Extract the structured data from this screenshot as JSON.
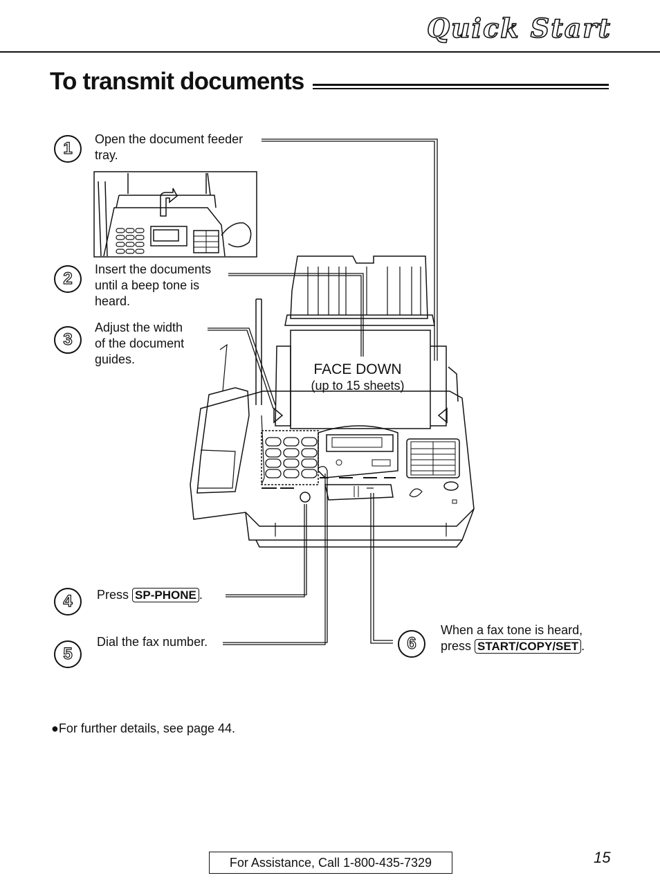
{
  "header": {
    "section": "Quick Start",
    "title": "To transmit documents"
  },
  "steps": [
    {
      "num": "1",
      "lines": [
        "Open the document feeder",
        "tray."
      ]
    },
    {
      "num": "2",
      "lines": [
        "Insert the documents",
        "until a beep tone is",
        "heard."
      ]
    },
    {
      "num": "3",
      "lines": [
        "Adjust the width",
        "of the document",
        "guides."
      ]
    },
    {
      "num": "4",
      "prefix": "Press",
      "key": "SP-PHONE",
      "suffix": "."
    },
    {
      "num": "5",
      "text": "Dial the fax number."
    },
    {
      "num": "6",
      "lines": [
        "When a fax tone is heard,"
      ],
      "prefix": "press",
      "key": "START/COPY/SET",
      "suffix": "."
    }
  ],
  "illustration": {
    "label": "FACE DOWN",
    "sublabel": "(up to 15 sheets)"
  },
  "note": "For further details, see page 44.",
  "footer": {
    "assistance": "For Assistance, Call 1-800-435-7329",
    "page": "15"
  }
}
